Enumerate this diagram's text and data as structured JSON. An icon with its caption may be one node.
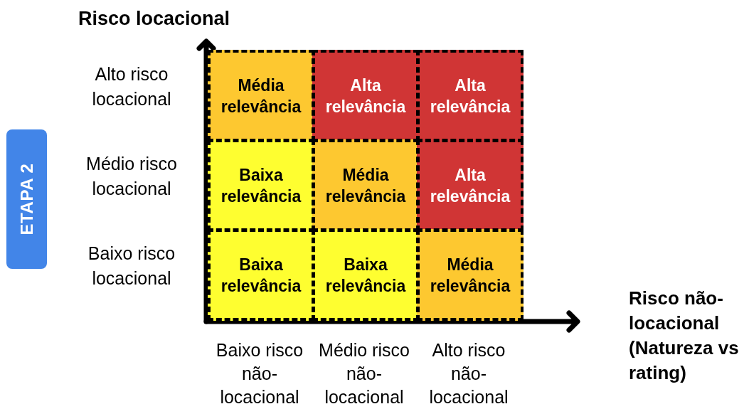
{
  "diagram": {
    "nodes": [
      {
        "text": [
          "ETAPA 2"
        ]
      },
      {
        "text": [
          "Média relevância"
        ]
      },
      {
        "text": [
          "Alta relevância"
        ]
      },
      {
        "text": [
          "Alta relevância"
        ]
      },
      {
        "text": [
          "Baixa relevância"
        ]
      },
      {
        "text": [
          "Média relevância"
        ]
      },
      {
        "text": [
          "Alta relevância"
        ]
      },
      {
        "text": [
          "Baixa relevância"
        ]
      },
      {
        "text": [
          "Baixa relevância"
        ]
      },
      {
        "text": [
          "Média relevância"
        ]
      }
    ],
    "labels": [
      "Risco locacional",
      "Alto risco locacional",
      "Médio risco locacional",
      "Baixo risco locacional",
      "Risco não-locacional (Natureza vs rating)",
      "Baixo risco não-locacional",
      "Médio risco não-locacional",
      "Alto risco não-locacional"
    ]
  }
}
